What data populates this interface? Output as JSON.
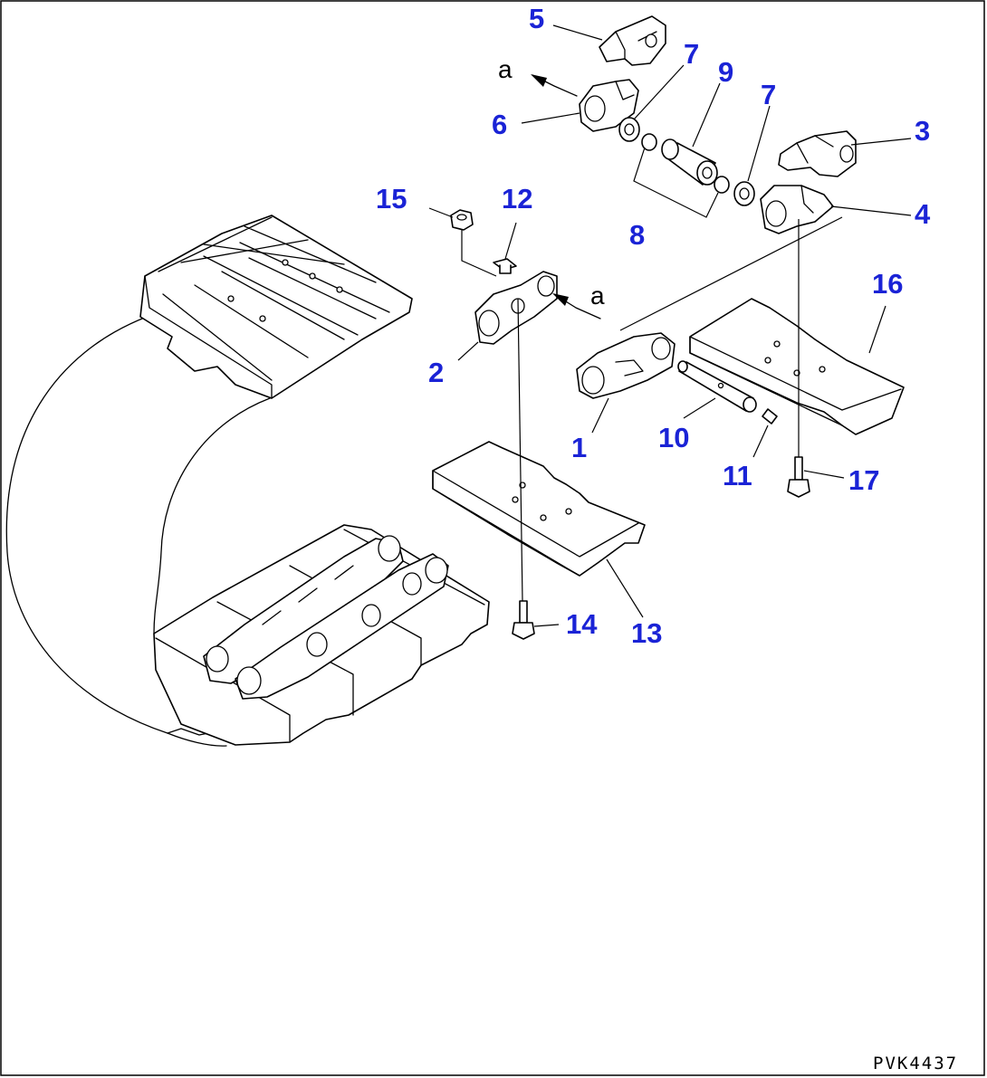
{
  "diagram": {
    "drawing_code": "PVK4437",
    "detail_letter": "a",
    "callouts": {
      "c1": "1",
      "c2": "2",
      "c3": "3",
      "c4": "4",
      "c5": "5",
      "c6": "6",
      "c7a": "7",
      "c7b": "7",
      "c8": "8",
      "c9": "9",
      "c10": "10",
      "c11": "11",
      "c12": "12",
      "c13": "13",
      "c14": "14",
      "c15": "15",
      "c16": "16",
      "c17": "17"
    },
    "colors": {
      "callout": "#1a23d6",
      "line": "#000000",
      "background": "#ffffff"
    }
  }
}
